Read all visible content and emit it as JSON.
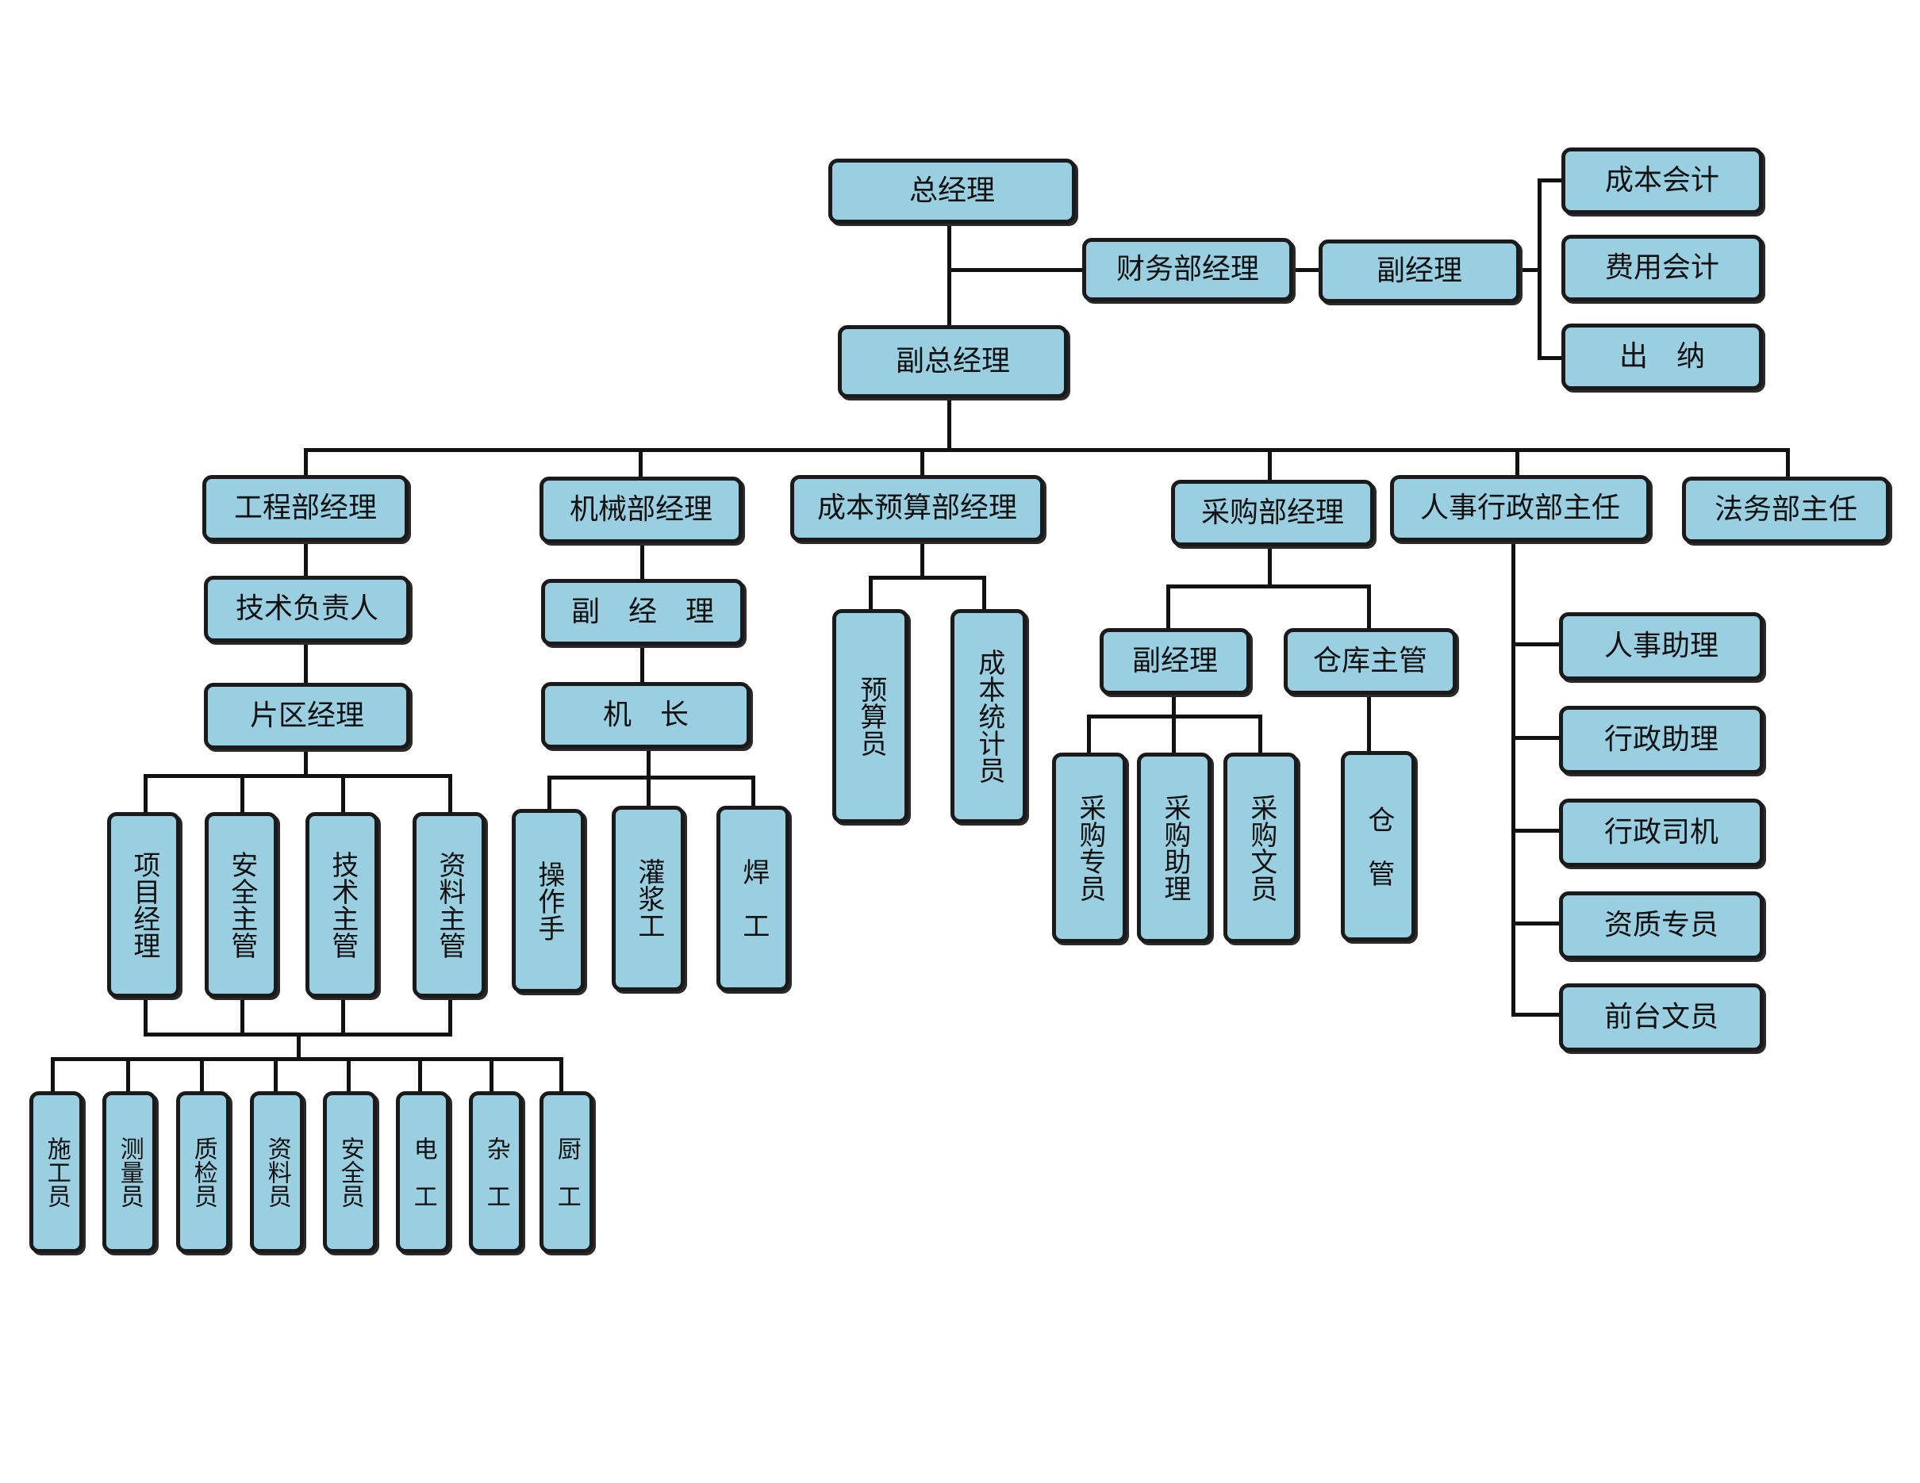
{
  "nodes": {
    "gm": "总经理",
    "finance_mgr": "财务部经理",
    "finance_deputy": "副经理",
    "cost_accountant": "成本会计",
    "expense_accountant": "费用会计",
    "cashier": "出　纳",
    "deputy_gm": "副总经理",
    "eng_mgr": "工程部经理",
    "tech_lead": "技术负责人",
    "area_mgr": "片区经理",
    "project_mgr": "项目经理",
    "safety_super": "安全主管",
    "tech_super": "技术主管",
    "doc_super": "资料主管",
    "constructor": "施工员",
    "surveyor": "测量员",
    "qc_inspector": "质检员",
    "doc_clerk": "资料员",
    "safety_officer": "安全员",
    "electrician": "电　工",
    "laborer": "杂　工",
    "cook": "厨　工",
    "mech_mgr": "机械部经理",
    "mech_deputy": "副　经　理",
    "captain": "机　长",
    "operator": "操作手",
    "grouter": "灌浆工",
    "welder": "焊　工",
    "budget_mgr": "成本预算部经理",
    "budgeter": "预算员",
    "cost_statistician": "成本统计员",
    "purchase_mgr": "采购部经理",
    "purchase_deputy": "副经理",
    "warehouse_super": "仓库主管",
    "purchase_specialist": "采购专员",
    "purchase_assistant": "采购助理",
    "purchase_clerk": "采购文员",
    "warehouse_keeper": "仓　管",
    "hr_director": "人事行政部主任",
    "hr_assistant": "人事助理",
    "admin_assistant": "行政助理",
    "admin_driver": "行政司机",
    "qualification_specialist": "资质专员",
    "front_desk_clerk": "前台文员",
    "legal_director": "法务部主任"
  }
}
